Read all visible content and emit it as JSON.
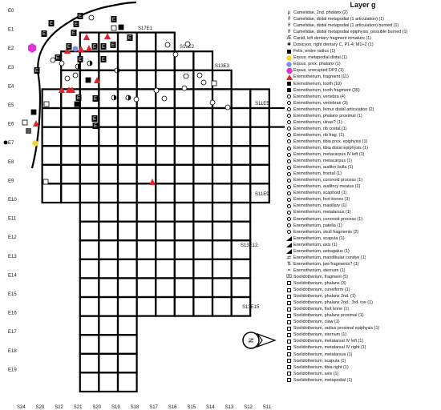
{
  "title": "Layer g",
  "north_label": "N",
  "row_labels": [
    "E0",
    "E1",
    "E2",
    "E3",
    "E4",
    "E5",
    "E6",
    "E7",
    "E8",
    "E9",
    "E10",
    "E11",
    "E12",
    "E13",
    "E14",
    "E15",
    "E16",
    "E17",
    "E18",
    "E19"
  ],
  "col_labels": [
    "S24",
    "S23",
    "S22",
    "S21",
    "S20",
    "S19",
    "S18",
    "S17",
    "S16",
    "S15",
    "S14",
    "S13",
    "S12",
    "S11"
  ],
  "cell_labels": [
    "S17E1",
    "S15E2",
    "S13E3",
    "S11E5",
    "S11E9",
    "S13E12",
    "S13E15"
  ],
  "colors": {
    "triangle": "#e8202a",
    "yellow_circle": "#f2d33a",
    "blue_circle": "#7f8fe0",
    "magenta_hex": "#e234d6",
    "grid": "#000000"
  },
  "legend": [
    {
      "icon": "mu-icon",
      "label": "Camelidae, 2nd. phalanx (2)"
    },
    {
      "icon": "theta-icon",
      "label": "Camelidae, distal metapodial (1 articulation) (1)"
    },
    {
      "icon": "theta-dot-icon",
      "label": "Camelidae, distal metapodial (1 articulation) burned (1)"
    },
    {
      "icon": "theta-bar-icon",
      "label": "Camelidae, distal metapodial epiphysis, possible burned (1)"
    },
    {
      "icon": "ae-icon",
      "label": "Canid, left dentary fragment inmature (1)"
    },
    {
      "icon": "asterisk-icon",
      "label": "Dusicyon, right dentary C, P1-4; M1+2 (1)"
    },
    {
      "icon": "f-square-icon",
      "label": "Felis, entire radius (1)"
    },
    {
      "icon": "yellow-circle-icon",
      "label": "Equus, metapodial distal (1)"
    },
    {
      "icon": "blue-circle-icon",
      "label": "Equus, prox. phalanx (1)"
    },
    {
      "icon": "magenta-hexagon-icon",
      "label": "Equus, unerupted DP3 (1)"
    },
    {
      "icon": "red-triangle-icon",
      "label": "Eremotherium, fragment (11)"
    },
    {
      "icon": "tooth-square-icon",
      "label": "Eremotherium, tooth (10)"
    },
    {
      "icon": "e-square-icon",
      "label": "Eremotherium, tooth fragment (35)"
    },
    {
      "icon": "ring-icon",
      "label": "Eremotherium, vertebra (4)"
    },
    {
      "icon": "dot-ring-icon",
      "label": "Eremotherium, vertebrae (3)"
    },
    {
      "icon": "plus-ring-icon",
      "label": "Eremotherium, femur distal articulation (2)"
    },
    {
      "icon": "half-ring-icon",
      "label": "Eremotherium, phalanx proximal (1)"
    },
    {
      "icon": "u-ring-icon",
      "label": "Eremotherium, ulnas? (1)"
    },
    {
      "icon": "c-ring-icon",
      "label": "Eremotherium, rib costal (1)"
    },
    {
      "icon": "r-ring-icon",
      "label": "Eremotherium, rib frag. (1)"
    },
    {
      "icon": "t-ring-icon",
      "label": "Eremotherium, tibia prox. epiphysis (1)"
    },
    {
      "icon": "td-ring-icon",
      "label": "Eremotherium, tibia distal epiphysis (1)"
    },
    {
      "icon": "m4-ring-icon",
      "label": "Eremotherium, metacarpus IV left (1)"
    },
    {
      "icon": "m-ring-icon",
      "label": "Eremotherium, metacarpus (1)"
    },
    {
      "icon": "b-ring-icon",
      "label": "Eremotherium, auditor bulla (1)"
    },
    {
      "icon": "fr-ring-icon",
      "label": "Eremotherium, frontal (1)"
    },
    {
      "icon": "cp-ring-icon",
      "label": "Eremotherium, coronoid process (1)"
    },
    {
      "icon": "am-ring-icon",
      "label": "Eremotherium, auditory meatus (1)"
    },
    {
      "icon": "sc-ring-icon",
      "label": "Eremotherium, scaphoid (1)"
    },
    {
      "icon": "fb-ring-icon",
      "label": "Eremotherium, foot bones (3)"
    },
    {
      "icon": "mx-ring-icon",
      "label": "Eremotherium, maxillary (1)"
    },
    {
      "icon": "mt-ring-icon",
      "label": "Eremotherium, metatarsus (1)"
    },
    {
      "icon": "cp2-ring-icon",
      "label": "Eremotherium, coronoid process (1)"
    },
    {
      "icon": "pa-ring-icon",
      "label": "Eremotherium, patella (1)"
    },
    {
      "icon": "sk-ring-icon",
      "label": "Eremotherium, skull fragments (2)"
    },
    {
      "icon": "black-triangle-icon",
      "label": "Eremotherium, scapula (1)"
    },
    {
      "icon": "wedge-icon",
      "label": "Eremotherium, axis (1)"
    },
    {
      "icon": "wedge2-icon",
      "label": "Eremotherium, astragalus (1)"
    },
    {
      "icon": "arrows-icon",
      "label": "Eremotherium, mandibular condye (1)"
    },
    {
      "icon": "updown-icon",
      "label": "Eremotherium, jaw fragments? (1)"
    },
    {
      "icon": "equal-icon",
      "label": "Eremotherium, sternum (1)"
    },
    {
      "icon": "x-square-icon",
      "label": "Scelidotherium, fragment (5)"
    },
    {
      "icon": "sq1-icon",
      "label": "Scelidotherium, phalanx (3)"
    },
    {
      "icon": "sq2-icon",
      "label": "Scelidotherium, cuneiform (1)"
    },
    {
      "icon": "sq3-icon",
      "label": "Scelidotherium, phalanx 2nd. (1)"
    },
    {
      "icon": "sq4-icon",
      "label": "Scelidotherium, phalanx 2nd.; 3rd. toe (1)"
    },
    {
      "icon": "sq5-icon",
      "label": "Scelidotherium, foot bone (1)"
    },
    {
      "icon": "sq6-icon",
      "label": "Scelidotherium, phalanx proximal (1)"
    },
    {
      "icon": "sq7-icon",
      "label": "Scelidotherium, claw (1)"
    },
    {
      "icon": "sq8-icon",
      "label": "Scelidotherium, radius proximal epiphysis (1)"
    },
    {
      "icon": "sq9-icon",
      "label": "Scelidotherium, sternum (1)"
    },
    {
      "icon": "sq10-icon",
      "label": "Scelidotherium, metatarsal IV left (1)"
    },
    {
      "icon": "sq11-icon",
      "label": "Scelidotherium, metatarsal IV right (1)"
    },
    {
      "icon": "sq12-icon",
      "label": "Scelidotherium, metatarsus (1)"
    },
    {
      "icon": "sq13-icon",
      "label": "Scelidotherium, scapula (1)"
    },
    {
      "icon": "sq14-icon",
      "label": "Scelidotherium, tibia right (1)"
    },
    {
      "icon": "sq15-icon",
      "label": "Scelidotherium, axis (1)"
    },
    {
      "icon": "sq16-icon",
      "label": "Scelidotherium, metapodial (1)"
    }
  ]
}
